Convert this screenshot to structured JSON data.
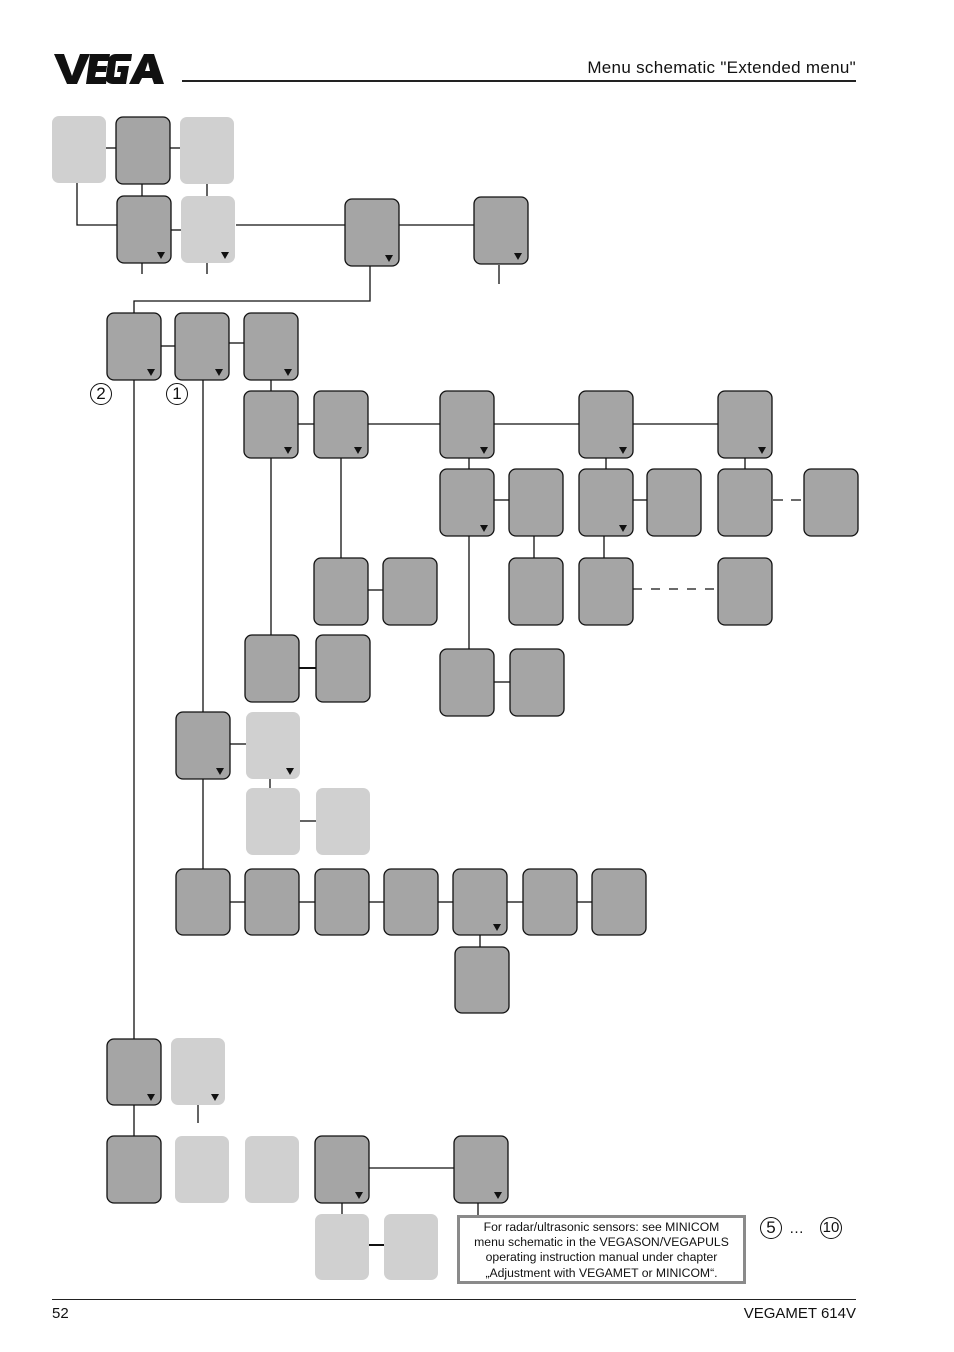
{
  "header": {
    "brand": "VEGA",
    "title": "Menu schematic \"Extended menu\""
  },
  "footer": {
    "page_number": "52",
    "product": "VEGAMET 614V"
  },
  "markers": {
    "m2": "2",
    "m1": "1",
    "range_start": "5",
    "range_sep": "…",
    "range_end": "10"
  },
  "note": {
    "lines": [
      "For radar/ultrasonic sensors: see MINICOM",
      "menu schematic in the VEGASON/VEGAPULS",
      "operating instruction manual under chapter",
      "„Adjustment with VEGAMET or MINICOM“."
    ]
  },
  "colors": {
    "dark_box": "#a5a5a5",
    "light_box": "#d0d0d0",
    "line": "#111111",
    "note_border": "#8a8a8a"
  }
}
